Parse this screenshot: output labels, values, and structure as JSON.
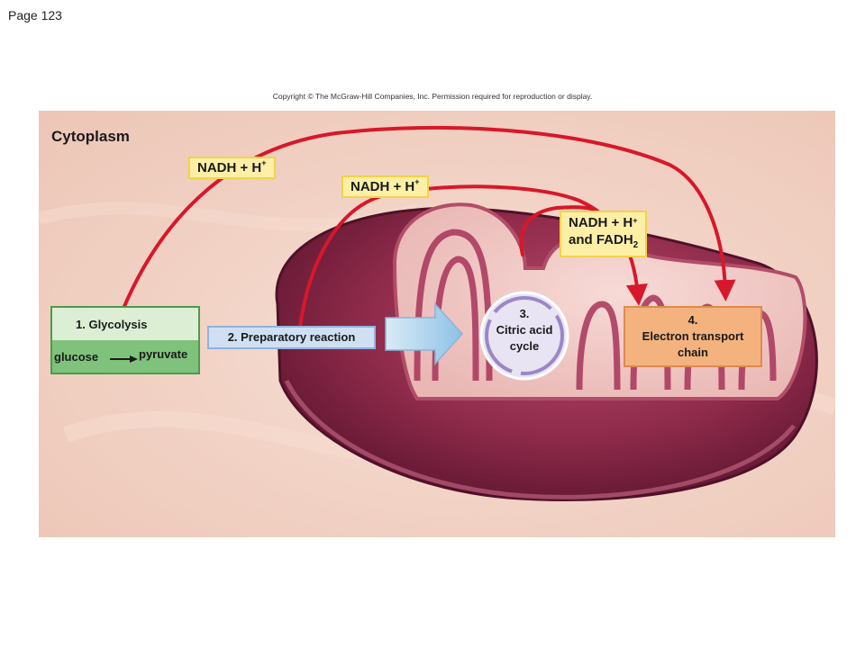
{
  "page_label": "Page 123",
  "copyright": "Copyright © The McGraw-Hill Companies, Inc. Permission required for reproduction or display.",
  "cytoplasm_label": "Cytoplasm",
  "nadh_label": "NADH + H",
  "plus_sign": "+",
  "and_fadh": "and FADH",
  "fadh_subscript": "2",
  "glycolysis": {
    "title": "1. Glycolysis",
    "input": "glucose",
    "output": "pyruvate"
  },
  "preparatory": "2. Preparatory  reaction",
  "citric": {
    "number": "3.",
    "line1": "Citric acid",
    "line2": "cycle"
  },
  "etc": {
    "number": "4.",
    "line1": "Electron transport",
    "line2": "chain"
  },
  "colors": {
    "arrow_red": "#d7182a",
    "glycolysis_green": "#7fc27b",
    "prep_blue": "#cfe0f3",
    "etc_orange": "#f3b27e",
    "label_yellow": "#fdf0a6",
    "mito_outer": "#7a1f3a"
  }
}
